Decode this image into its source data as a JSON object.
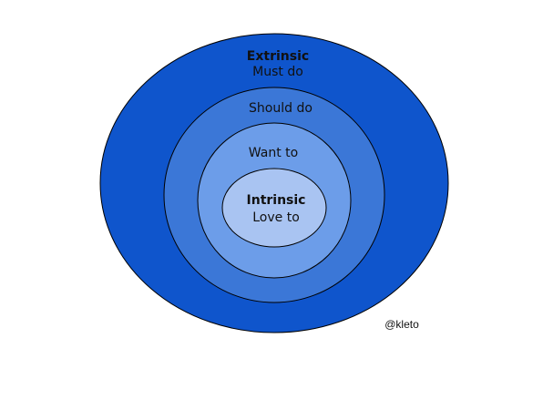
{
  "rings": [
    {
      "id": "extrinsic",
      "heading": "Extrinsic",
      "label": "Must do",
      "fill": "#0f55cc"
    },
    {
      "id": "should",
      "heading": "",
      "label": "Should do",
      "fill": "#3b77d7"
    },
    {
      "id": "want",
      "heading": "",
      "label": "Want to",
      "fill": "#6c9de9"
    },
    {
      "id": "intrinsic",
      "heading": "Intrinsic",
      "label": "Love to",
      "fill": "#a9c4f2"
    }
  ],
  "credit": "@kleto"
}
